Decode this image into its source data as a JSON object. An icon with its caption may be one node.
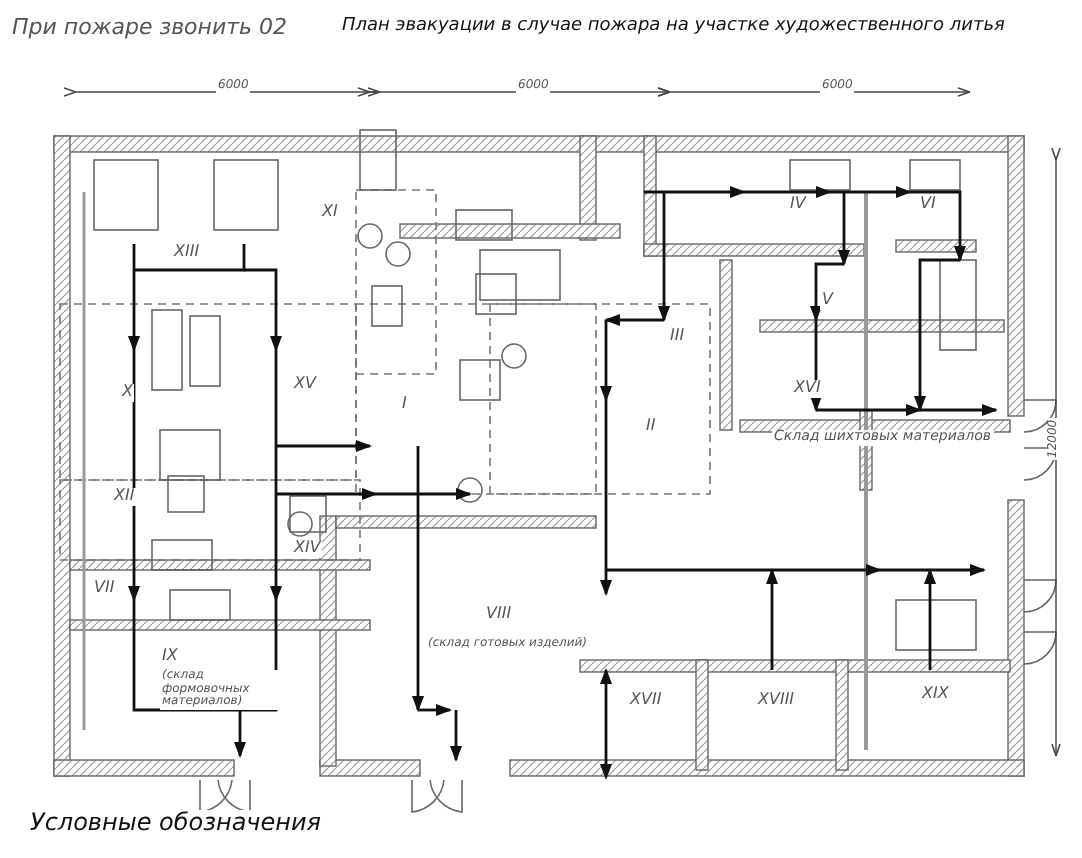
{
  "diagram": {
    "title": "План эвакуации в случае пожара на участке художественного литья",
    "labels": [
      "При пожаре звонить 02",
      "6000",
      "6000",
      "6000",
      "12000",
      "XI",
      "XIII",
      "IV",
      "VI",
      "III",
      "V",
      "X",
      "XV",
      "I",
      "II",
      "XVI",
      "Склад шихтовых материалов",
      "XII",
      "XIV",
      "VII",
      "VIII",
      "(склад готовых изделий)",
      "IX",
      "(склад формовочных материалов)",
      "XVII",
      "XVIII",
      "XIX",
      "Условные обозначения"
    ]
  }
}
